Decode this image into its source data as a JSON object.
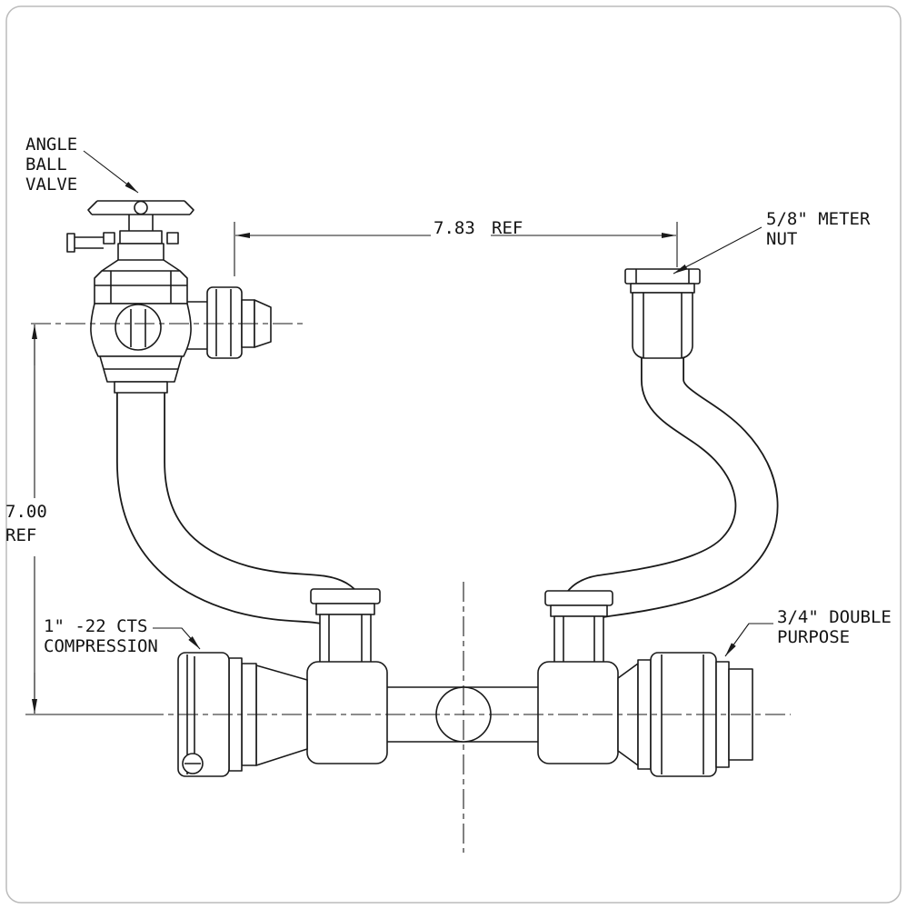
{
  "drawing": {
    "line_color": "#1a1a1a",
    "border_color": "#bcbcbc",
    "labels": {
      "angle_ball_valve": "ANGLE\nBALL\nVALVE",
      "meter_nut": "5/8\" METER\nNUT",
      "cts_compression": "1\" -22 CTS\nCOMPRESSION",
      "double_purpose": "3/4\" DOUBLE\nPURPOSE"
    },
    "dimensions": {
      "horizontal": {
        "value": "7.83",
        "qualifier": "REF"
      },
      "vertical": {
        "value": "7.00",
        "qualifier": "REF"
      }
    }
  }
}
